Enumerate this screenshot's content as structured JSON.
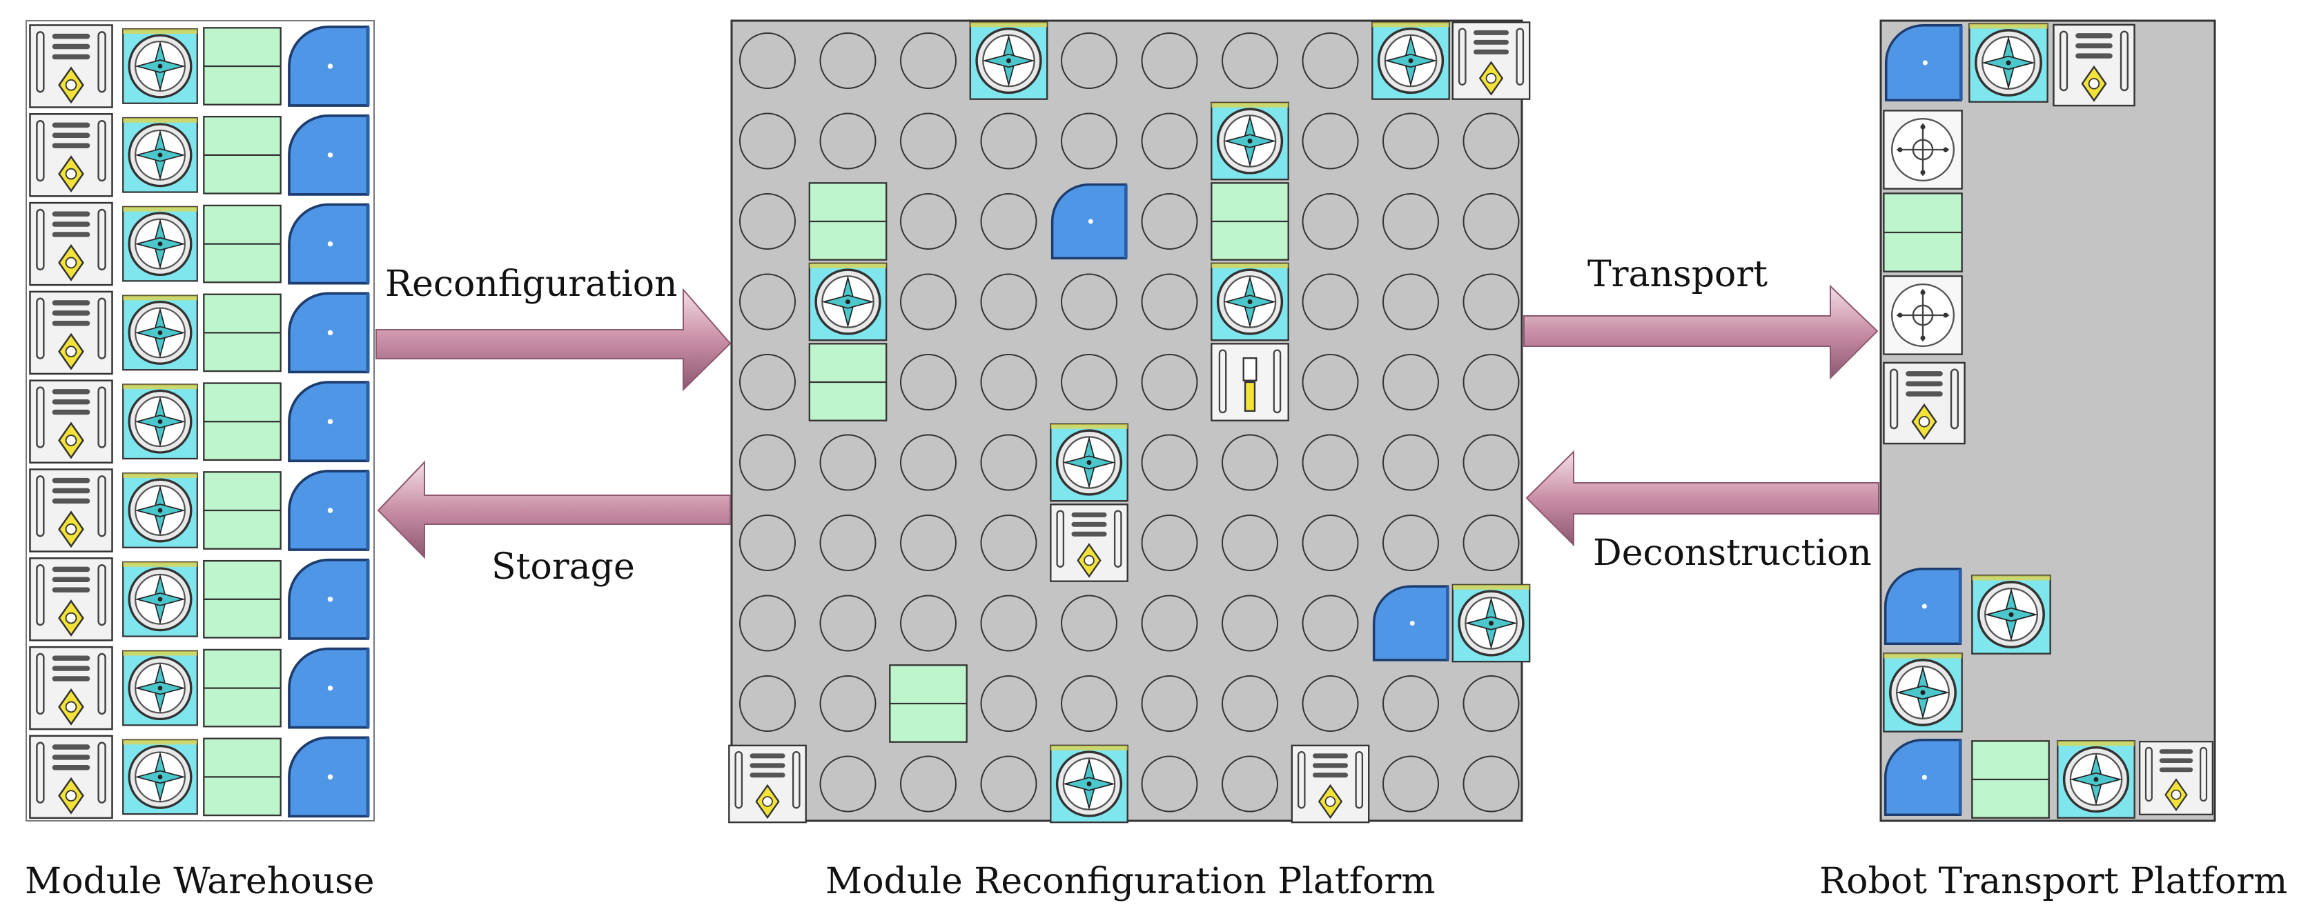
{
  "captions": {
    "warehouse": "Module Warehouse",
    "platform": "Module Reconfiguration Platform",
    "transport_platform": "Robot Transport Platform"
  },
  "arrows": {
    "reconfiguration": "Reconfiguration",
    "storage": "Storage",
    "transport": "Transport",
    "deconstruction": "Deconstruction"
  },
  "colors": {
    "platform_gray": "#c4c4c4",
    "cyan_module": "#7fe6ee",
    "green_module": "#bff5cc",
    "blue_module": "#4f97e6",
    "yellow_marker": "#f2e23a",
    "arrow_fill": "#c98fa6"
  },
  "module_types": [
    "joint-module-icon",
    "link-module-icon",
    "wheel-module-icon",
    "gripper-module-icon",
    "connector-module-icon"
  ]
}
